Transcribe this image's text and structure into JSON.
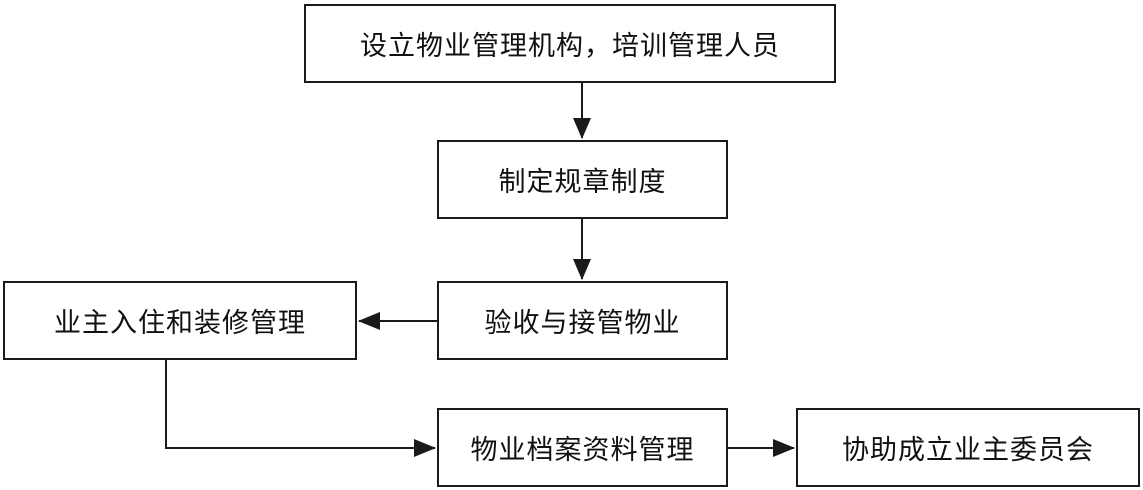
{
  "diagram": {
    "nodes": [
      {
        "id": "n1",
        "label": "设立物业管理机构，培训管理人员"
      },
      {
        "id": "n2",
        "label": "制定规章制度"
      },
      {
        "id": "n3",
        "label": "验收与接管物业"
      },
      {
        "id": "n4",
        "label": "业主入住和装修管理"
      },
      {
        "id": "n5",
        "label": "物业档案资料管理"
      },
      {
        "id": "n6",
        "label": "协助成立业主委员会"
      }
    ],
    "edges": [
      {
        "from": "n1",
        "to": "n2"
      },
      {
        "from": "n2",
        "to": "n3"
      },
      {
        "from": "n3",
        "to": "n4"
      },
      {
        "from": "n4",
        "to": "n5"
      },
      {
        "from": "n5",
        "to": "n6"
      }
    ],
    "colors": {
      "stroke": "#1a1a1a",
      "text": "#111111",
      "background": "#ffffff"
    }
  }
}
